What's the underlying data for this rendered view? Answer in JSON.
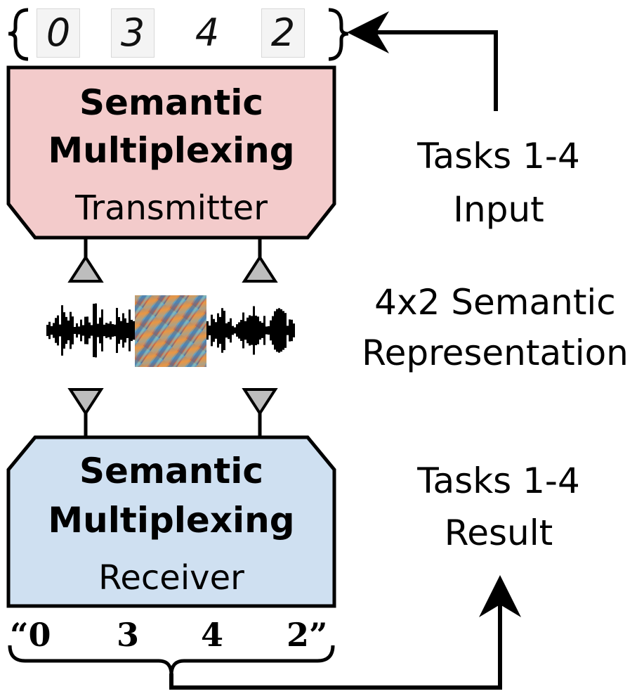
{
  "input_digits": [
    "0",
    "3",
    "4",
    "2"
  ],
  "transmitter": {
    "title_line1": "Semantic",
    "title_line2": "Multiplexing",
    "subtitle": "Transmitter",
    "fill": "#f3cbcb"
  },
  "receiver": {
    "title_line1": "Semantic",
    "title_line2": "Multiplexing",
    "subtitle": "Receiver",
    "fill": "#cfe0f1"
  },
  "side_labels": {
    "input_line1": "Tasks 1-4",
    "input_line2": "Input",
    "repr_line1": "4x2 Semantic",
    "repr_line2": "Representation",
    "result_line1": "Tasks 1-4",
    "result_line2": "Result"
  },
  "output_digits": [
    "“0",
    "3",
    "4",
    "2”"
  ]
}
